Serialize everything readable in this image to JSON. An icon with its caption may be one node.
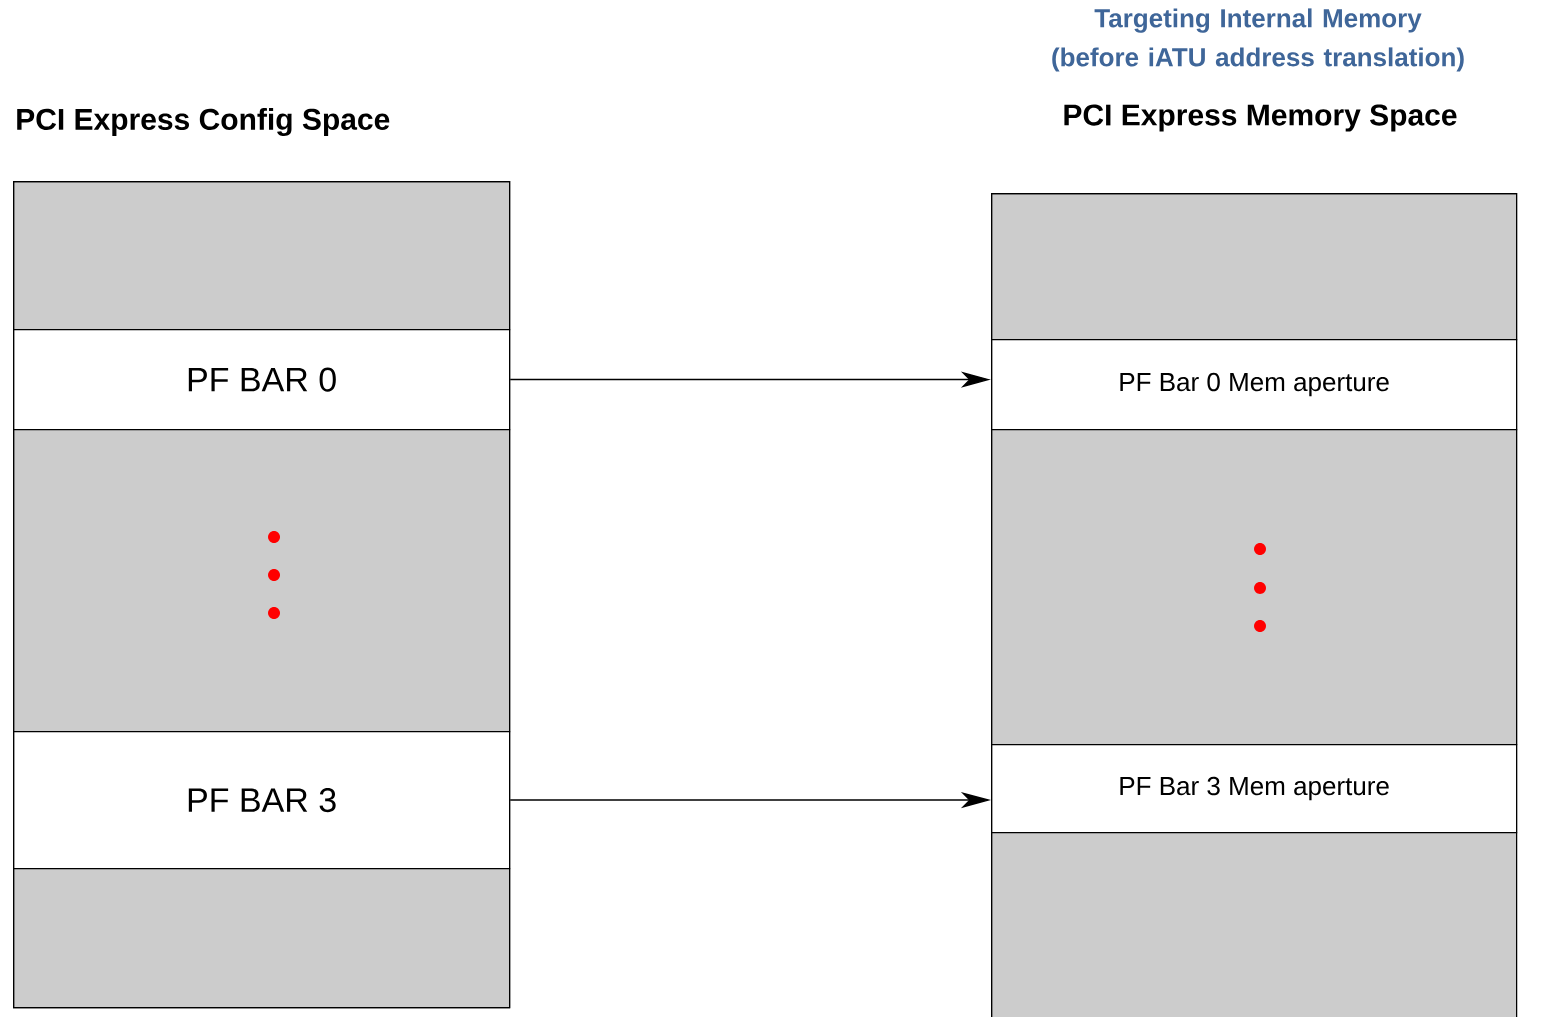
{
  "diagram": {
    "nodes": [
      {
        "text": [
          "PCI Express Config Space"
        ]
      },
      {
        "text": [],
        "shape": "box",
        "in": 0
      },
      {
        "text": [
          "PF BAR 0"
        ],
        "in": 0
      },
      {
        "text": [],
        "shape": "box",
        "in": 0
      },
      {
        "text": [
          "PF BAR 3"
        ],
        "in": 0
      },
      {
        "text": [],
        "shape": "box",
        "in": 0
      },
      {
        "text": [
          "PCI Express Memory Space"
        ]
      },
      {
        "text": [],
        "shape": "box",
        "in": 6
      },
      {
        "text": [
          "PF Bar 0 Mem aperture"
        ],
        "in": 6
      },
      {
        "text": [],
        "shape": "box",
        "in": 6
      },
      {
        "text": [
          "PF Bar 3 Mem aperture"
        ],
        "in": 6
      },
      {
        "text": [],
        "shape": "box",
        "in": 6
      }
    ],
    "edges": [
      {
        "from": 2,
        "to": 8,
        "arrow": "to"
      },
      {
        "from": 4,
        "to": 10,
        "arrow": "to"
      }
    ],
    "labels": [
      "Targeting Internal Memory (before iATU address translation)"
    ]
  }
}
